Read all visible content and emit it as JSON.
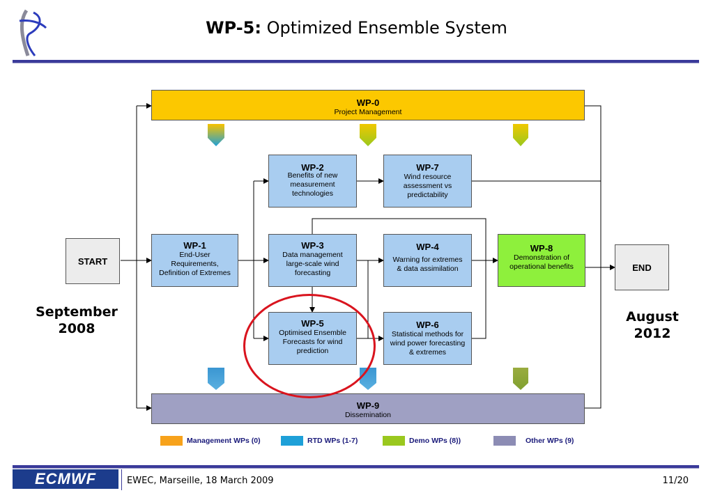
{
  "header": {
    "title_bold": "WP-5:",
    "title_rest": " Optimized Ensemble System"
  },
  "diagram": {
    "wp0": {
      "id": "WP-0",
      "label": "Project Management"
    },
    "wp9": {
      "id": "WP-9",
      "label": "Dissemination"
    },
    "start": "START",
    "end": "END",
    "wp1": {
      "id": "WP-1",
      "lines": [
        "End-User",
        "Requirements,",
        "Definition of Extremes"
      ]
    },
    "wp2": {
      "id": "WP-2",
      "lines": [
        "Benefits of new",
        "measurement",
        "technologies"
      ]
    },
    "wp3": {
      "id": "WP-3",
      "lines": [
        "Data management",
        "large-scale wind",
        "forecasting"
      ]
    },
    "wp4": {
      "id": "WP-4",
      "lines": [
        "Warning for extremes",
        "& data assimilation"
      ]
    },
    "wp5": {
      "id": "WP-5",
      "lines": [
        "Optimised Ensemble",
        "Forecasts for wind",
        "prediction"
      ]
    },
    "wp6": {
      "id": "WP-6",
      "lines": [
        "Statistical methods for",
        "wind power forecasting",
        "& extremes"
      ]
    },
    "wp7": {
      "id": "WP-7",
      "lines": [
        "Wind resource",
        "assessment vs",
        "predictability"
      ]
    },
    "wp8": {
      "id": "WP-8",
      "lines": [
        "Demonstration of",
        "operational benefits"
      ]
    },
    "start_date": [
      "September",
      "2008"
    ],
    "end_date": [
      "August",
      "2012"
    ]
  },
  "legend": [
    {
      "label": "Management WPs (0)",
      "color": "#f7a21b"
    },
    {
      "label": "RTD WPs (1-7)",
      "color": "#1ea0d8"
    },
    {
      "label": "Demo WPs (8))",
      "color": "#9ac81e"
    },
    {
      "label": "Other WPs (9)",
      "color": "#8c8cb4"
    }
  ],
  "colors": {
    "wp0": "#fcc800",
    "wp9": "#9fa0c3",
    "wp8": "#8ef03c",
    "rtd": "#a9cdf0",
    "highlight": "#d9141e",
    "brand": "#1c3c8c"
  },
  "footer": {
    "logo_text": "ECMWF",
    "event": "EWEC, Marseille, 18 March 2009",
    "page": "11/20"
  }
}
